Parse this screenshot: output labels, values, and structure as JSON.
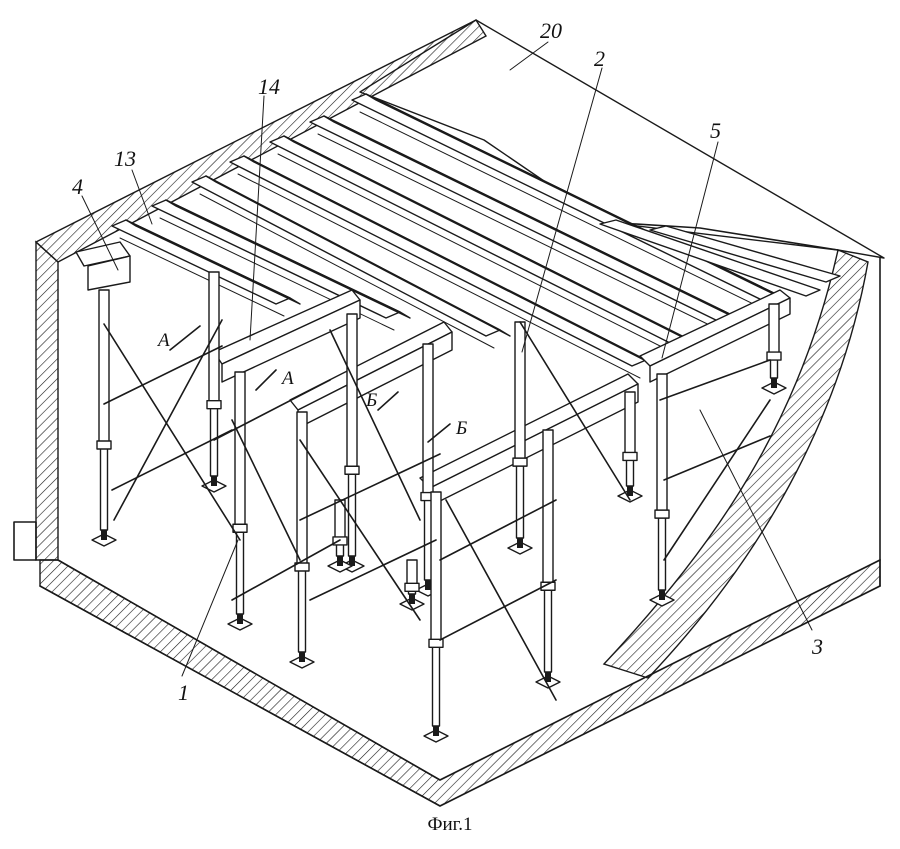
{
  "figure": {
    "caption": "Фиг.1",
    "callouts": {
      "n1": "1",
      "n2": "2",
      "n3": "3",
      "n4": "4",
      "n5": "5",
      "n13": "13",
      "n14": "14",
      "n20": "20"
    },
    "section_marks": {
      "a1": "А",
      "a2": "А",
      "b1": "Б",
      "b2": "Б"
    }
  },
  "colors": {
    "ink": "#1a1a1a",
    "paper": "#ffffff"
  }
}
